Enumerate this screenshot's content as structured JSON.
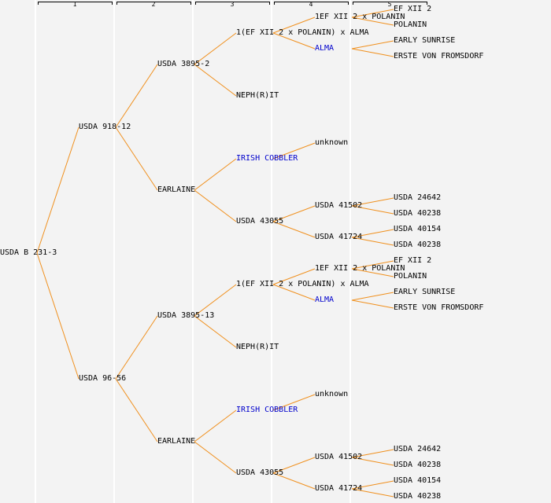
{
  "title": "Pedigree of USDA B 231-3",
  "colors": {
    "line": "#f0901e",
    "text": "#000000",
    "link": "#0000cc",
    "background": "#f3f3f3"
  },
  "generations": [
    "1",
    "2",
    "3",
    "4",
    "5"
  ],
  "tree": {
    "name": "USDA B 231-3",
    "children": [
      {
        "name": "USDA 918-12",
        "children": [
          {
            "name": "USDA 3895-2",
            "children": [
              {
                "name": "1(EF XII 2 x POLANIN) x ALMA",
                "children": [
                  {
                    "name": "1EF XII 2 x POLANIN",
                    "children": [
                      {
                        "name": "EF XII 2"
                      },
                      {
                        "name": "POLANIN"
                      }
                    ]
                  },
                  {
                    "name": "ALMA",
                    "link": true,
                    "children": [
                      {
                        "name": "EARLY SUNRISE"
                      },
                      {
                        "name": "ERSTE VON FROMSDORF"
                      }
                    ]
                  }
                ]
              },
              {
                "name": "NEPH(R)IT"
              }
            ]
          },
          {
            "name": "EARLAINE",
            "children": [
              {
                "name": "IRISH COBBLER",
                "link": true,
                "children": [
                  {
                    "name": "unknown"
                  }
                ]
              },
              {
                "name": "USDA 43055",
                "children": [
                  {
                    "name": "USDA 41502",
                    "children": [
                      {
                        "name": "USDA 24642"
                      },
                      {
                        "name": "USDA 40238"
                      }
                    ]
                  },
                  {
                    "name": "USDA 41724",
                    "children": [
                      {
                        "name": "USDA 40154"
                      },
                      {
                        "name": "USDA 40238"
                      }
                    ]
                  }
                ]
              }
            ]
          }
        ]
      },
      {
        "name": "USDA 96-56",
        "children": [
          {
            "name": "USDA 3895-13",
            "children": [
              {
                "name": "1(EF XII 2 x POLANIN) x ALMA",
                "children": [
                  {
                    "name": "1EF XII 2 x POLANIN",
                    "children": [
                      {
                        "name": "EF XII 2"
                      },
                      {
                        "name": "POLANIN"
                      }
                    ]
                  },
                  {
                    "name": "ALMA",
                    "link": true,
                    "children": [
                      {
                        "name": "EARLY SUNRISE"
                      },
                      {
                        "name": "ERSTE VON FROMSDORF"
                      }
                    ]
                  }
                ]
              },
              {
                "name": "NEPH(R)IT"
              }
            ]
          },
          {
            "name": "EARLAINE",
            "children": [
              {
                "name": "IRISH COBBLER",
                "link": true,
                "children": [
                  {
                    "name": "unknown"
                  }
                ]
              },
              {
                "name": "USDA 43055",
                "children": [
                  {
                    "name": "USDA 41502",
                    "children": [
                      {
                        "name": "USDA 24642"
                      },
                      {
                        "name": "USDA 40238"
                      }
                    ]
                  },
                  {
                    "name": "USDA 41724",
                    "children": [
                      {
                        "name": "USDA 40154"
                      },
                      {
                        "name": "USDA 40238"
                      }
                    ]
                  }
                ]
              }
            ]
          }
        ]
      }
    ]
  }
}
